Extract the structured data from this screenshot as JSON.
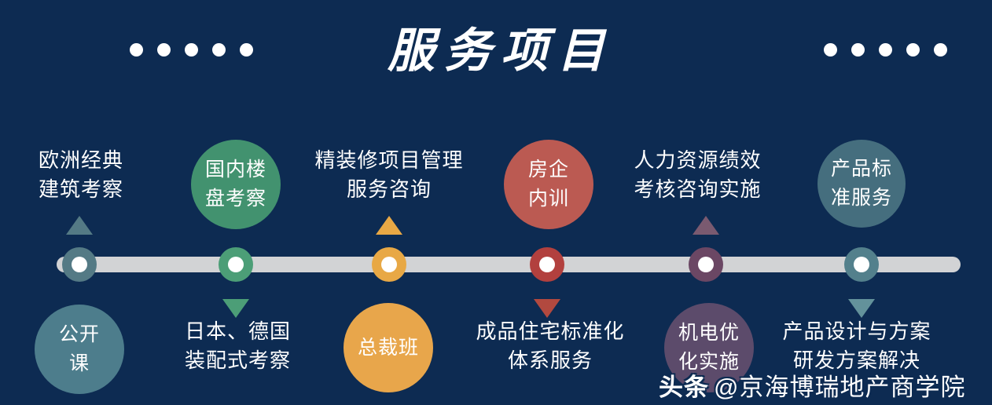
{
  "page": {
    "background_color": "#0d2b52",
    "title": "服务项目"
  },
  "header": {
    "title": "服务项目",
    "left_dots_count": 5,
    "right_dots_count": 5
  },
  "timeline": {
    "track_color": "#d2d3d5",
    "node_core_color": "#ffffff"
  },
  "items": [
    {
      "index": 1,
      "node_color": "#547a85",
      "top": {
        "type": "text",
        "text": "欧洲经典\n建筑考察",
        "connector": "triangle-up",
        "connector_color": "#547a85"
      },
      "bottom": {
        "type": "bubble",
        "text": "公开\n课",
        "bubble_color": "#4d7d8c"
      }
    },
    {
      "index": 2,
      "node_color": "#4c9e77",
      "top": {
        "type": "bubble",
        "text": "国内楼\n盘考察",
        "bubble_color": "#42926f"
      },
      "bottom": {
        "type": "text",
        "text": "日本、德国\n装配式考察",
        "connector": "triangle-down",
        "connector_color": "#4c9e77"
      }
    },
    {
      "index": 3,
      "node_color": "#e8a845",
      "top": {
        "type": "text",
        "text": "精装修项目管理\n服务咨询",
        "connector": "triangle-up",
        "connector_color": "#e8a845"
      },
      "bottom": {
        "type": "bubble",
        "text": "总裁班",
        "bubble_color": "#e8a64b"
      }
    },
    {
      "index": 4,
      "node_color": "#b2403e",
      "top": {
        "type": "bubble",
        "text": "房企\n内训",
        "bubble_color": "#bb5a52"
      },
      "bottom": {
        "type": "text",
        "text": "成品住宅标准化\n体系服务",
        "connector": "triangle-down",
        "connector_color": "#b2493f"
      }
    },
    {
      "index": 5,
      "node_color": "#6b4764",
      "top": {
        "type": "text",
        "text": "人力资源绩效\n考核咨询实施",
        "connector": "triangle-up",
        "connector_color": "#7a5a70"
      },
      "bottom": {
        "type": "bubble",
        "text": "机电优\n化实施",
        "bubble_color": "#5c4b6b"
      }
    },
    {
      "index": 6,
      "node_color": "#53808c",
      "top": {
        "type": "bubble",
        "text": "产品标\n准服务",
        "bubble_color": "#456e7e"
      },
      "bottom": {
        "type": "text",
        "text": "产品设计与方案\n研发方案解决",
        "connector": "triangle-down",
        "connector_color": "#63929b"
      }
    }
  ],
  "watermark": {
    "brand": "头条",
    "handle": "@京海博瑞地产商学院"
  }
}
